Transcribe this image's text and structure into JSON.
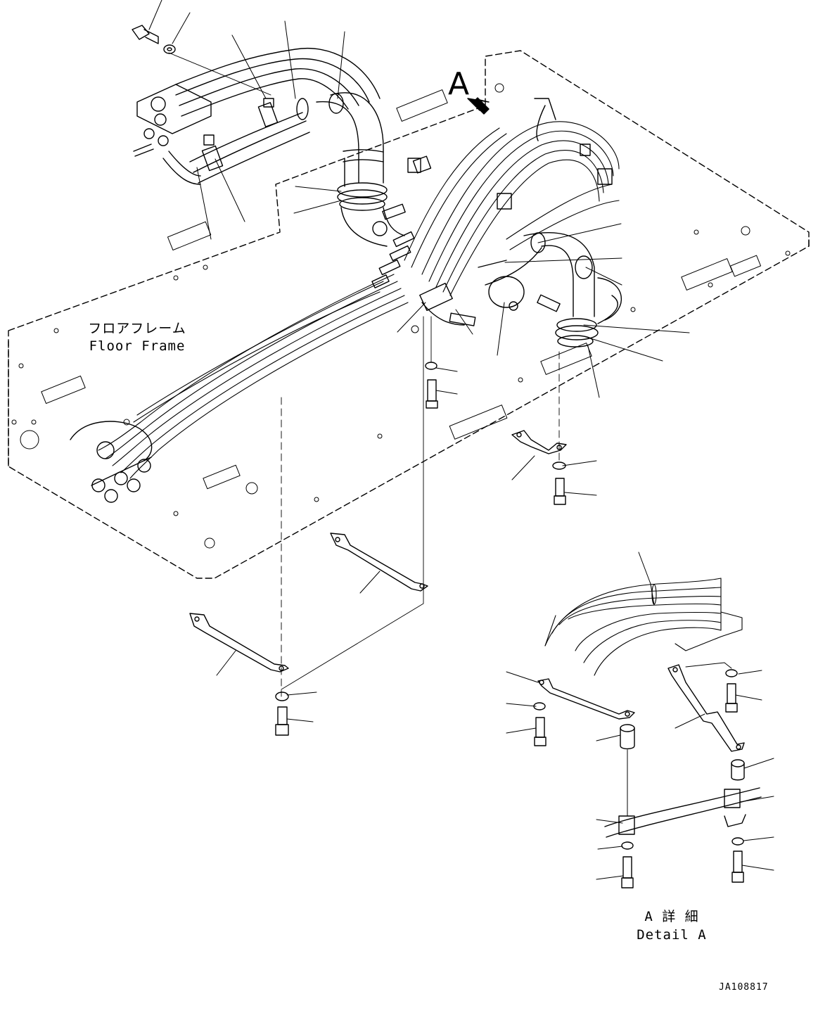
{
  "view_letter": "A",
  "floor_frame": {
    "jp": "フロアフレーム",
    "en": "Floor Frame"
  },
  "detail": {
    "jp": "A 詳 細",
    "en": "Detail A"
  },
  "drawing_code": "JA108817"
}
